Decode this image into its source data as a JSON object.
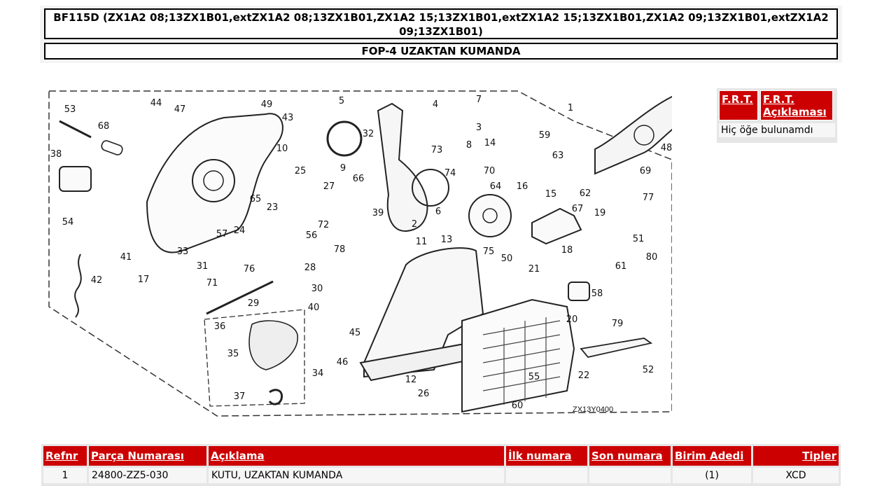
{
  "header": {
    "model_title": "BF115D (ZX1A2 08;13ZX1B01,extZX1A2 08;13ZX1B01,ZX1A2 15;13ZX1B01,extZX1A2 15;13ZX1B01,ZX1A2 09;13ZX1B01,extZX1A2 09;13ZX1B01)",
    "section_title": "FOP-4 UZAKTAN KUMANDA"
  },
  "diagram": {
    "code": "ZX13Y0400",
    "callouts": [
      "1",
      "2",
      "3",
      "4",
      "5",
      "6",
      "7",
      "8",
      "9",
      "10",
      "11",
      "12",
      "13",
      "14",
      "15",
      "16",
      "17",
      "18",
      "19",
      "20",
      "21",
      "22",
      "23",
      "24",
      "25",
      "26",
      "27",
      "28",
      "29",
      "30",
      "31",
      "32",
      "33",
      "34",
      "35",
      "36",
      "37",
      "38",
      "39",
      "40",
      "41",
      "42",
      "43",
      "44",
      "45",
      "46",
      "47",
      "48",
      "49",
      "50",
      "51",
      "52",
      "53",
      "54",
      "55",
      "56",
      "57",
      "58",
      "59",
      "60",
      "61",
      "62",
      "63",
      "64",
      "65",
      "66",
      "67",
      "68",
      "69",
      "70",
      "71",
      "72",
      "73",
      "74",
      "75",
      "76",
      "77",
      "78",
      "79",
      "80"
    ]
  },
  "frt": {
    "col1": "F.R.T.",
    "col2": "F.R.T. Açıklaması",
    "empty_text": "Hiç öğe bulunamdı"
  },
  "parts_table": {
    "headers": {
      "ref": "Refnr",
      "part_number": "Parça Numarası",
      "description": "Açıklama",
      "first_number": "İlk numara",
      "last_number": "Son numara",
      "unit_qty": "Birim Adedi",
      "types": "Tipler"
    },
    "rows": [
      {
        "ref": "1",
        "part_number": "24800-ZZ5-030",
        "description": "KUTU, UZAKTAN KUMANDA",
        "first_number": "",
        "last_number": "",
        "unit_qty": "(1)",
        "types": "XCD"
      }
    ]
  }
}
